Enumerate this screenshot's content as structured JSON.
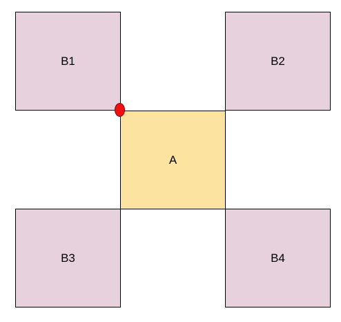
{
  "diagram": {
    "boxes": [
      {
        "id": "B1",
        "label": "B1",
        "fill": "#e6d1dc"
      },
      {
        "id": "B2",
        "label": "B2",
        "fill": "#e6d1dc"
      },
      {
        "id": "A",
        "label": "A",
        "fill": "#fde3a0"
      },
      {
        "id": "B3",
        "label": "B3",
        "fill": "#e6d1dc"
      },
      {
        "id": "B4",
        "label": "B4",
        "fill": "#e6d1dc"
      }
    ],
    "marker": {
      "shape": "ellipse",
      "color": "#ee1111",
      "between": [
        "B1",
        "A"
      ]
    },
    "border_color": "#000000"
  }
}
